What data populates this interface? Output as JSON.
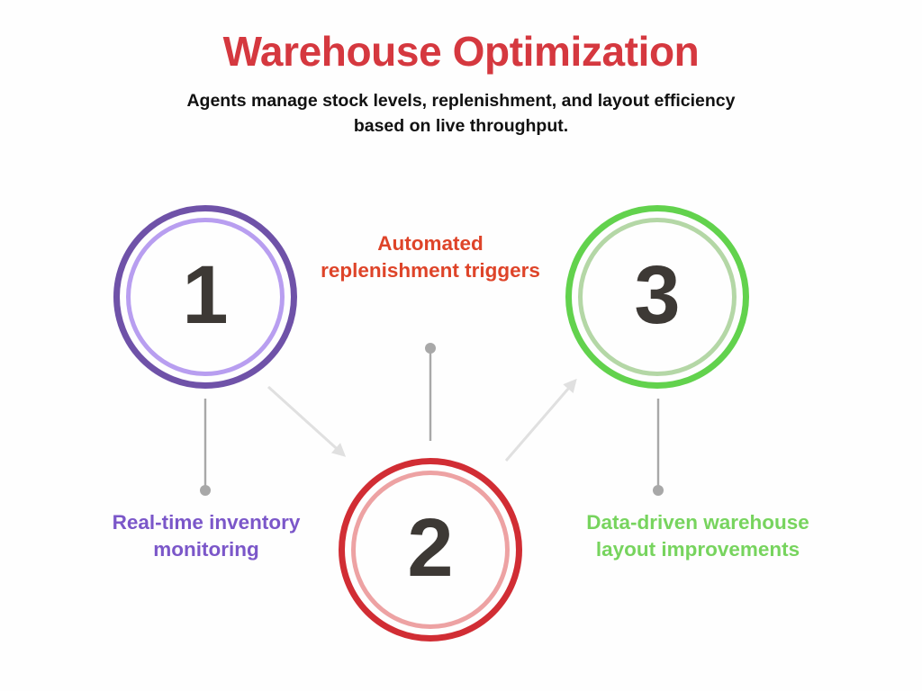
{
  "page": {
    "background_color": "#fefefe",
    "title": "Warehouse Optimization",
    "title_color": "#d5383f",
    "subtitle": "Agents manage stock levels, replenishment, and layout efficiency based on live throughput."
  },
  "nodes": [
    {
      "number": "1",
      "outer_color": "#6f52a8",
      "inner_color": "#b89ef0",
      "number_color": "#3d3935"
    },
    {
      "number": "2",
      "outer_color": "#d12d34",
      "inner_color": "#eda2a3",
      "number_color": "#3d3935"
    },
    {
      "number": "3",
      "outer_color": "#62d24d",
      "inner_color": "#b4d7a6",
      "number_color": "#3d3935"
    }
  ],
  "captions": [
    {
      "text": "Real-time inventory monitoring",
      "color": "#7b57c9"
    },
    {
      "text": "Automated replenishment triggers",
      "color": "#de4429"
    },
    {
      "text": "Data-driven warehouse layout improvements",
      "color": "#77d45e"
    }
  ],
  "connectors": {
    "line_color": "#a8a8a8",
    "arrow_color": "#e0e0e0",
    "dot_color": "#a8a8a8"
  }
}
